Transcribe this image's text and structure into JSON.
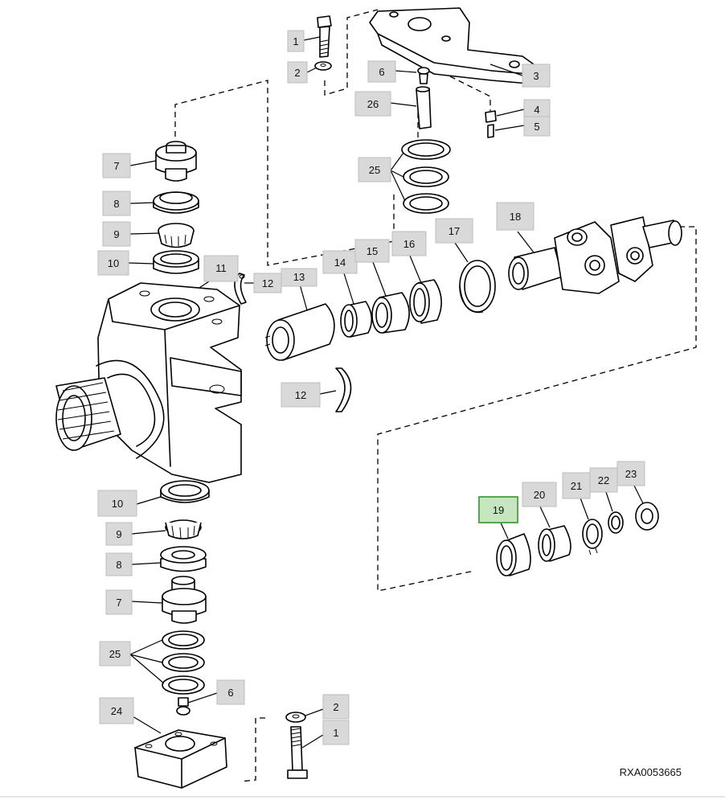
{
  "diagram": {
    "reference_code": "RXA0053665",
    "highlight_color": "#58a64d",
    "callout_fill": "#d9d9d9",
    "callouts": [
      {
        "id": "c1a",
        "label": "1"
      },
      {
        "id": "c2a",
        "label": "2"
      },
      {
        "id": "c3",
        "label": "3"
      },
      {
        "id": "c6a",
        "label": "6"
      },
      {
        "id": "c26",
        "label": "26"
      },
      {
        "id": "c4",
        "label": "4"
      },
      {
        "id": "c5",
        "label": "5"
      },
      {
        "id": "c7a",
        "label": "7"
      },
      {
        "id": "c25a",
        "label": "25"
      },
      {
        "id": "c8a",
        "label": "8"
      },
      {
        "id": "c9a",
        "label": "9"
      },
      {
        "id": "c10a",
        "label": "10"
      },
      {
        "id": "c11",
        "label": "11"
      },
      {
        "id": "c12a",
        "label": "12"
      },
      {
        "id": "c13",
        "label": "13"
      },
      {
        "id": "c14",
        "label": "14"
      },
      {
        "id": "c15",
        "label": "15"
      },
      {
        "id": "c16",
        "label": "16"
      },
      {
        "id": "c17",
        "label": "17"
      },
      {
        "id": "c18",
        "label": "18"
      },
      {
        "id": "c12b",
        "label": "12"
      },
      {
        "id": "c19",
        "label": "19",
        "highlighted": true
      },
      {
        "id": "c20",
        "label": "20"
      },
      {
        "id": "c21",
        "label": "21"
      },
      {
        "id": "c22",
        "label": "22"
      },
      {
        "id": "c23",
        "label": "23"
      },
      {
        "id": "c10b",
        "label": "10"
      },
      {
        "id": "c9b",
        "label": "9"
      },
      {
        "id": "c8b",
        "label": "8"
      },
      {
        "id": "c7b",
        "label": "7"
      },
      {
        "id": "c25b",
        "label": "25"
      },
      {
        "id": "c6b",
        "label": "6"
      },
      {
        "id": "c24",
        "label": "24"
      },
      {
        "id": "c2b",
        "label": "2"
      },
      {
        "id": "c1b",
        "label": "1"
      }
    ]
  }
}
